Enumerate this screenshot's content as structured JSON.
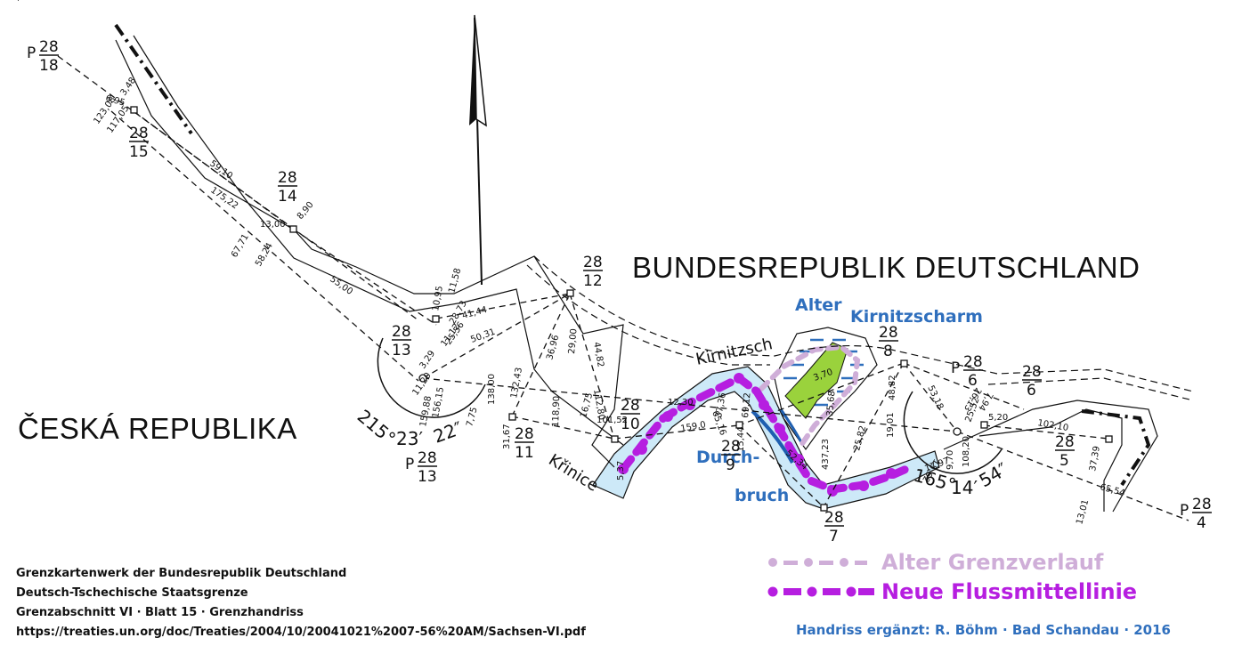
{
  "map": {
    "countries": {
      "germany": "BUNDESREPUBLIK  DEUTSCHLAND",
      "czech": "ČESKÁ REPUBLIKA"
    },
    "rivers": {
      "kirnitzsch": "Kirnitzsch",
      "krinice": "Křinice"
    },
    "annotations": {
      "alter": "Alter",
      "kirnitzscharm": "Kirnitzscharm",
      "durch": "Durch-",
      "bruch": "bruch"
    },
    "points": [
      {
        "id": "p-28-18",
        "prefix": "P",
        "top": "28",
        "bottom": "18"
      },
      {
        "id": "28-15",
        "prefix": "",
        "top": "28",
        "bottom": "15"
      },
      {
        "id": "28-14",
        "prefix": "",
        "top": "28",
        "bottom": "14"
      },
      {
        "id": "28-13",
        "prefix": "",
        "top": "28",
        "bottom": "13"
      },
      {
        "id": "p-28-13",
        "prefix": "P",
        "top": "28",
        "bottom": "13"
      },
      {
        "id": "28-12",
        "prefix": "",
        "top": "28",
        "bottom": "12"
      },
      {
        "id": "28-11",
        "prefix": "",
        "top": "28",
        "bottom": "11"
      },
      {
        "id": "28-10",
        "prefix": "",
        "top": "28",
        "bottom": "10"
      },
      {
        "id": "28-9",
        "prefix": "",
        "top": "28",
        "bottom": "9"
      },
      {
        "id": "28-8",
        "prefix": "",
        "top": "28",
        "bottom": "8"
      },
      {
        "id": "28-7",
        "prefix": "",
        "top": "28",
        "bottom": "7"
      },
      {
        "id": "p-28-6",
        "prefix": "P",
        "top": "28",
        "bottom": "6"
      },
      {
        "id": "28-6",
        "prefix": "",
        "top": "28",
        "bottom": "6"
      },
      {
        "id": "28-5",
        "prefix": "",
        "top": "28",
        "bottom": "5"
      },
      {
        "id": "p-28-4",
        "prefix": "P",
        "top": "28",
        "bottom": "4"
      }
    ],
    "measurements": [
      "6,95",
      "3,48",
      "123,08",
      "117,05",
      "59,10",
      "175,22",
      "13,00",
      "8,90",
      "67,71",
      "58,24",
      "55,00",
      "11,58",
      "10,95",
      "28,73",
      "41,44",
      "25,56",
      "50,31",
      "11,12",
      "3,29",
      "11,20",
      "159,88",
      "156,15",
      "138,00",
      "7,75",
      "132,43",
      "36,96",
      "29,00",
      "44,82",
      "112,80",
      "118,90",
      "16,75",
      "101,52",
      "31,67",
      "5,37",
      "12,30",
      "159,0",
      "37,36",
      "69,12",
      "65,16",
      "15,44",
      "3,70",
      "52,34",
      "35,68",
      "437,23",
      "25,82",
      "48,82",
      "19,01",
      "17,97",
      "53,18",
      "26,13",
      "25,52",
      "5,20",
      "7,94",
      "15,62",
      "9,70",
      "108,20",
      "102,10",
      "37,39",
      "13,01",
      "65,54",
      "108,20"
    ],
    "angles": {
      "left": {
        "deg": "215°",
        "min": "23′",
        "sec": "22″"
      },
      "right": {
        "deg": "165°",
        "min": "14′",
        "sec": "54″"
      }
    }
  },
  "legend": {
    "items": [
      {
        "label": "Alter Grenzverlauf",
        "color": "#cfaed8"
      },
      {
        "label": "Neue Flussmittellinie",
        "color": "#b61ee0"
      }
    ]
  },
  "footer": {
    "lines": [
      "Grenzkartenwerk der Bundesrepublik Deutschland",
      "Deutsch-Tschechische Staatsgrenze",
      "Grenzabschnitt VI · Blatt 15 · Grenzhandriss",
      "https://treaties.un.org/doc/Treaties/2004/10/20041021%2007-56%20AM/Sachsen-VI.pdf"
    ]
  },
  "credit": "Handriss ergänzt: R. Böhm · Bad Schandau · 2016",
  "colors": {
    "water": "#cde9f8",
    "island": "#9ad23c",
    "old_border": "#cfaed8",
    "new_line": "#b61ee0",
    "annotation_blue": "#2f6fbd",
    "bank_blue": "#1f5fb0"
  }
}
